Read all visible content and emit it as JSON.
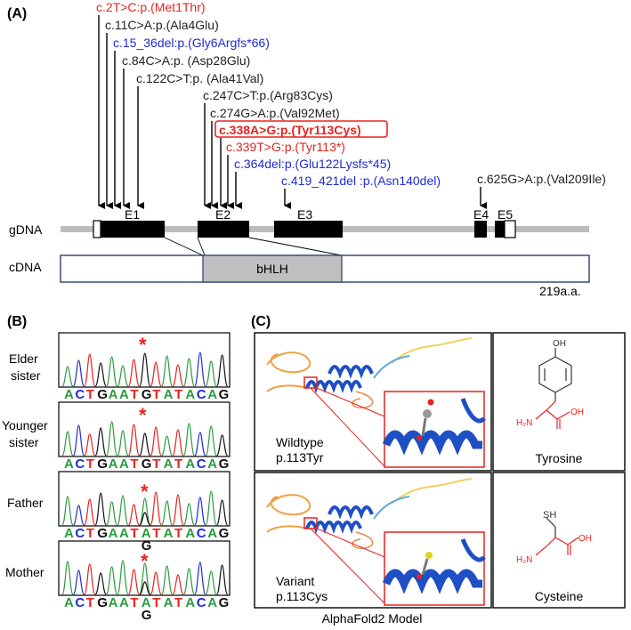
{
  "panel_a": {
    "label": "(A)",
    "variants": [
      {
        "text": "c.2T>C:p.(Met1Thr)",
        "color": "#e8231f"
      },
      {
        "text": "c.11C>A:p.(Ala4Glu)",
        "color": "#222222"
      },
      {
        "text": "c.15_36del:p.(Gly6Argfs*66)",
        "color": "#1f2bd8"
      },
      {
        "text": "c.84C>A:p. (Asp28Glu)",
        "color": "#222222"
      },
      {
        "text": "c.122C>T:p. (Ala41Val)",
        "color": "#222222"
      },
      {
        "text": "c.247C>T:p.(Arg83Cys)",
        "color": "#222222"
      },
      {
        "text": "c.274G>A:p.(Val92Met)",
        "color": "#222222"
      },
      {
        "text": "c.338A>G:p.(Tyr113Cys)",
        "color": "#e8231f"
      },
      {
        "text": "c.339T>G:p.(Tyr113*)",
        "color": "#e8231f"
      },
      {
        "text": "c.364del:p.(Glu122Lysfs*45)",
        "color": "#1f2bd8"
      },
      {
        "text": "c.419_421del :p.(Asn140del)",
        "color": "#1f2bd8"
      },
      {
        "text": "c.625G>A:p.(Val209Ile)",
        "color": "#222222"
      }
    ],
    "gdna_label": "gDNA",
    "cdna_label": "cDNA",
    "exons": [
      "E1",
      "E2",
      "E3",
      "E4",
      "E5"
    ],
    "domain": "bHLH",
    "length": "219a.a."
  },
  "panel_b": {
    "label": "(B)",
    "samples": [
      {
        "name_lines": [
          "Elder",
          "sister"
        ],
        "seq": "ACTGAATGTATACAG",
        "alt": ""
      },
      {
        "name_lines": [
          "Younger",
          "sister"
        ],
        "seq": "ACTGAATGTATACAG",
        "alt": ""
      },
      {
        "name_lines": [
          "Father"
        ],
        "seq": "ACTGAATATATACAG",
        "alt": "G"
      },
      {
        "name_lines": [
          "Mother"
        ],
        "seq": "ACTGAATATATACAG",
        "alt": "G"
      }
    ],
    "marker": "*",
    "base_colors": {
      "A": "#2a9b3c",
      "C": "#1f2bd8",
      "T": "#e8231f",
      "G": "#111111"
    }
  },
  "panel_c": {
    "label": "(C)",
    "models": [
      {
        "name": "Wildtype",
        "variant": "p.113Tyr",
        "residue": "Tyrosine",
        "side_chain": "OH"
      },
      {
        "name": "Variant",
        "variant": "p.113Cys",
        "residue": "Cysteine",
        "side_chain": "SH"
      }
    ],
    "amine_label": "H₂N",
    "acid_label": "OH",
    "caption": "AlphaFold2 Model"
  }
}
